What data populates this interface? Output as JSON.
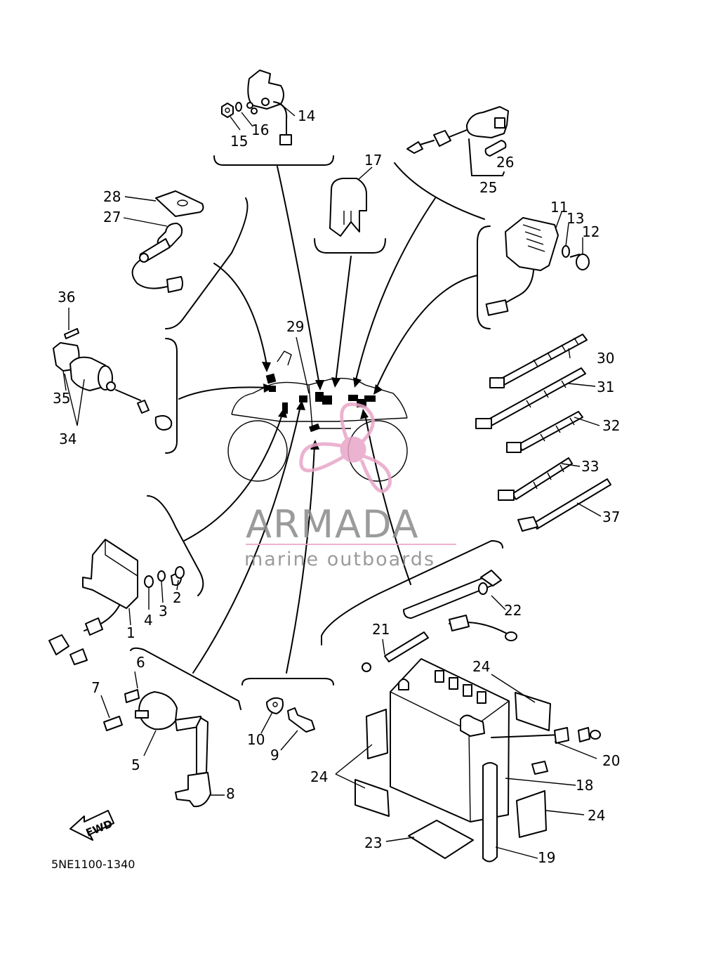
{
  "watermark": {
    "brand": "ARMADA",
    "tagline": "marine outboards",
    "brand_color": "#e8a6c8",
    "text_color": "#8a8a8a"
  },
  "diagram_code": "5NE1100-1340",
  "direction_arrow": "FWD",
  "callouts": {
    "c1": "1",
    "c2": "2",
    "c3": "3",
    "c4": "4",
    "c5": "5",
    "c6": "6",
    "c7": "7",
    "c8": "8",
    "c9": "9",
    "c10": "10",
    "c11": "11",
    "c12": "12",
    "c13": "13",
    "c14": "14",
    "c15": "15",
    "c16": "16",
    "c17": "17",
    "c18": "18",
    "c19": "19",
    "c20": "20",
    "c21": "21",
    "c22": "22",
    "c23": "23",
    "c24a": "24",
    "c24b": "24",
    "c24c": "24",
    "c25": "25",
    "c26": "26",
    "c27": "27",
    "c28": "28",
    "c29": "29",
    "c30": "30",
    "c31": "31",
    "c32": "32",
    "c33": "33",
    "c34": "34",
    "c35": "35",
    "c36": "36",
    "c37": "37"
  }
}
